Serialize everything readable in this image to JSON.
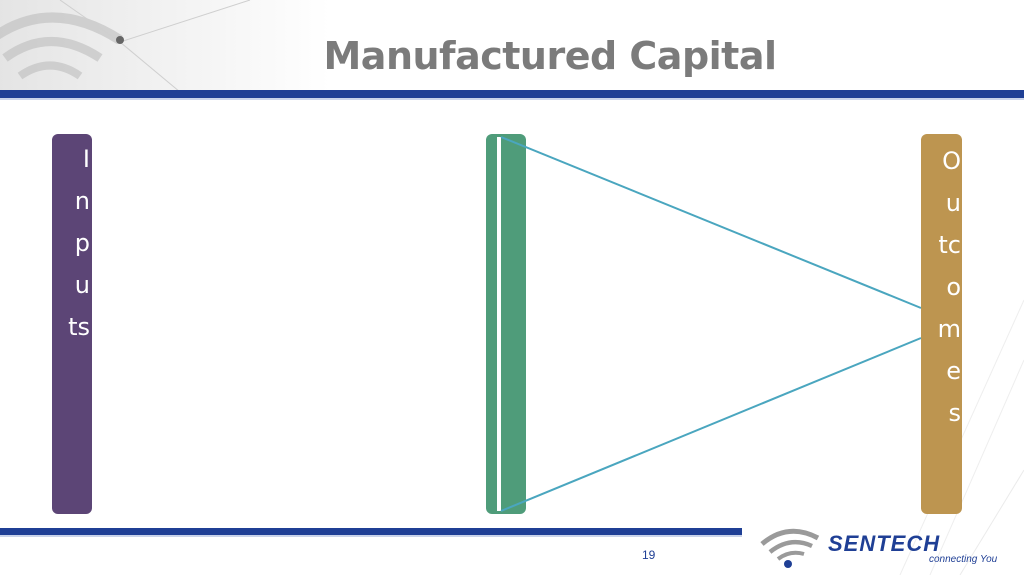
{
  "slide": {
    "title": "Manufactured Capital",
    "page_number": "19"
  },
  "inputs": {
    "letters": [
      "I",
      "n",
      "p",
      "u",
      "ts"
    ]
  },
  "outcomes": {
    "letters": [
      "O",
      "u",
      "tc",
      "o",
      "m",
      "e",
      "s"
    ]
  },
  "logo": {
    "name": "SENTECH",
    "tagline": "connecting You"
  },
  "colors": {
    "band": "#1f3f95",
    "inputs_bar": "#5c4576",
    "process_bar": "#4f9c7a",
    "outcomes_bar": "#bd9550",
    "arrow_line": "#4aa6bf",
    "title": "#7b7b7b"
  }
}
